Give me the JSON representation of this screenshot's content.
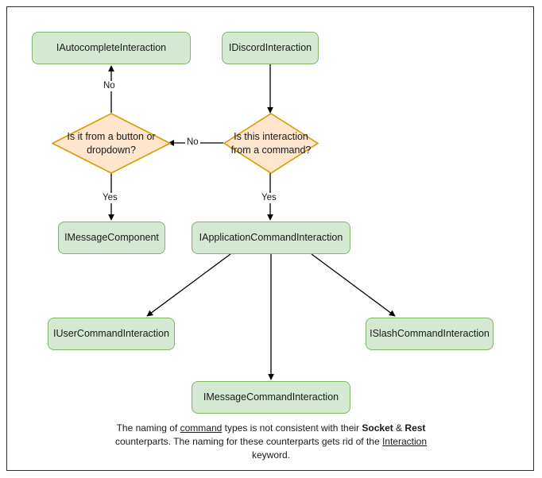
{
  "diagram": {
    "title": "Discord Interaction type hierarchy flowchart",
    "type": "flowchart",
    "colors": {
      "box_fill": "#d5e8d4",
      "box_stroke": "#82b366",
      "diamond_fill": "#ffe6cc",
      "diamond_stroke": "#d79b00",
      "edge_stroke": "#000000",
      "frame_stroke": "#2b2b2b",
      "text": "#1a1a1a",
      "background": "#ffffff"
    },
    "nodes": [
      {
        "id": "autocomplete",
        "shape": "rounded-rect",
        "label": "IAutocompleteInteraction"
      },
      {
        "id": "discord",
        "shape": "rounded-rect",
        "label": "IDiscordInteraction"
      },
      {
        "id": "decision_button",
        "shape": "diamond",
        "label": "Is it from a button or dropdown?"
      },
      {
        "id": "decision_command",
        "shape": "diamond",
        "label": "Is this interaction from a command?"
      },
      {
        "id": "message_component",
        "shape": "rounded-rect",
        "label": "IMessageComponent"
      },
      {
        "id": "app_command",
        "shape": "rounded-rect",
        "label": "IApplicationCommandInteraction"
      },
      {
        "id": "user_command",
        "shape": "rounded-rect",
        "label": "IUserCommandInteraction"
      },
      {
        "id": "message_command",
        "shape": "rounded-rect",
        "label": "IMessageCommandInteraction"
      },
      {
        "id": "slash_command",
        "shape": "rounded-rect",
        "label": "ISlashCommandInteraction"
      }
    ],
    "edges": [
      {
        "from": "discord",
        "to": "decision_command",
        "label": ""
      },
      {
        "from": "decision_command",
        "to": "decision_button",
        "label": "No"
      },
      {
        "from": "decision_command",
        "to": "app_command",
        "label": "Yes"
      },
      {
        "from": "decision_button",
        "to": "autocomplete",
        "label": "No"
      },
      {
        "from": "decision_button",
        "to": "message_component",
        "label": "Yes"
      },
      {
        "from": "app_command",
        "to": "user_command",
        "label": ""
      },
      {
        "from": "app_command",
        "to": "message_command",
        "label": ""
      },
      {
        "from": "app_command",
        "to": "slash_command",
        "label": ""
      }
    ],
    "edge_labels": {
      "no_vertical": "No",
      "no_horizontal": "No",
      "yes_left": "Yes",
      "yes_right": "Yes"
    },
    "caption": {
      "line1_pre": "The naming of ",
      "line1_underline": "command",
      "line1_post": " types is not consistent with their",
      "line2_bold1": "Socket",
      "line2_mid": " & ",
      "line2_bold2": "Rest",
      "line2_post": " counterparts. The naming for these",
      "line3_pre": "counterparts gets rid of the ",
      "line3_underline": "Interaction",
      "line3_post": " keyword."
    }
  }
}
